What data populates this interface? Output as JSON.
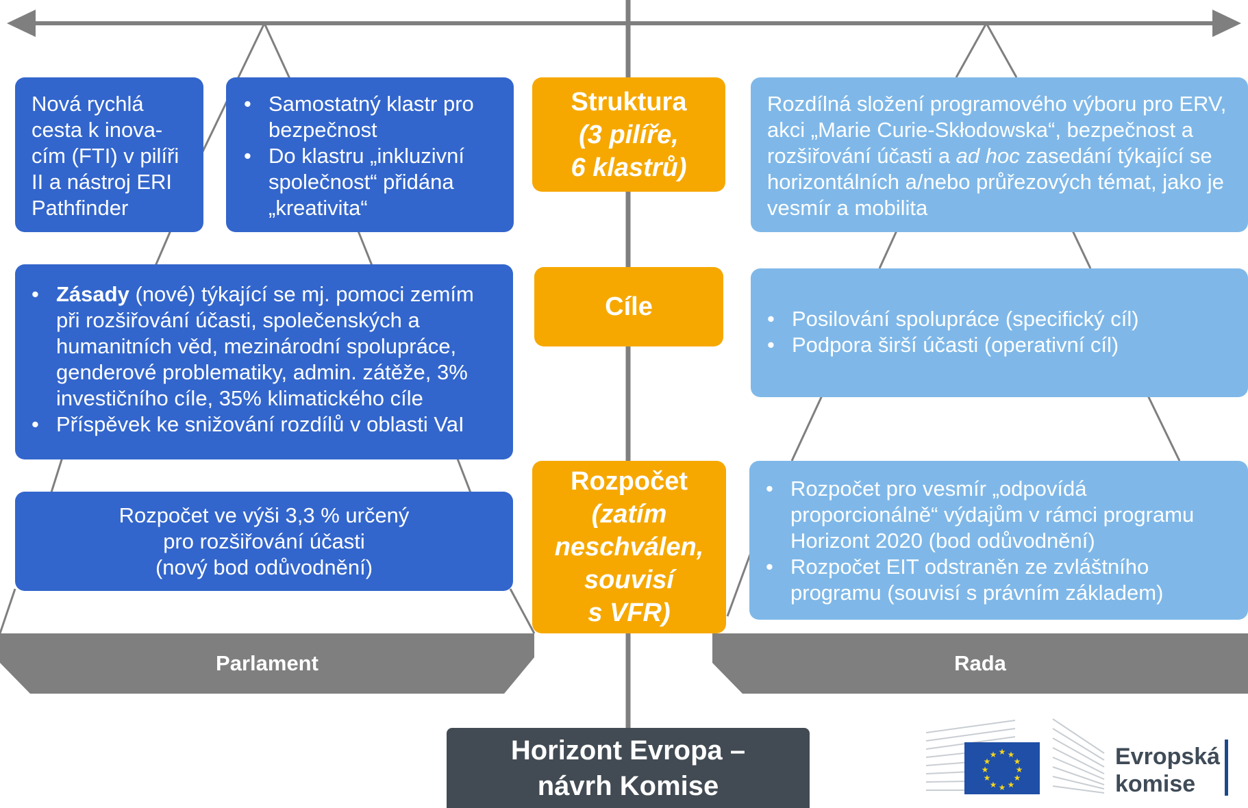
{
  "diagram": {
    "left_boxes": {
      "fast_track": "Nová rychlá cesta k inova-cím (FTI) v pilíři II a nástroj ERI Pathfinder",
      "clusters": [
        "Samostatný klastr pro bezpečnost",
        "Do klastru „inkluzivní společnost“ přidána „kreativita“"
      ],
      "principles_bold": "Zásady",
      "principles_rest": " (nové) týkající se mj. pomoci zemím při rozšiřování účasti, společenských a humanitních věd, mezinárodní spolupráce, genderové problematiky, admin. zátěže, 3% investičního cíle, 35% klimatického cíle",
      "principles_second": "Příspěvek ke snižování rozdílů v oblasti VaI",
      "budget": [
        "Rozpočet ve výši 3,3 % určený",
        "pro rozšiřování účasti",
        "(nový bod odůvodnění)"
      ]
    },
    "center_boxes": {
      "structure_title": "Struktura",
      "structure_sub": [
        "(3 pilíře,",
        "6 klastrů)"
      ],
      "goals_title": "Cíle",
      "budget_title": "Rozpočet",
      "budget_sub": [
        "(zatím",
        "neschválen,",
        "souvisí",
        "s VFR)"
      ]
    },
    "right_boxes": {
      "committee_part1": "Rozdílná složení programového výboru pro ERV, akci „Marie Curie-Skłodowska“, bezpečnost a rozšiřování účasti a ",
      "committee_italic": "ad hoc",
      "committee_part2": " zasedání týkající se horizontálních a/nebo průřezových témat, jako je vesmír a mobilita",
      "goals": [
        "Posilování spolupráce (specifický cíl)",
        "Podpora širší účasti (operativní cíl)"
      ],
      "budget": [
        "Rozpočet pro vesmír „odpovídá proporcionálně“ výdajům v rámci programu Horizont 2020 (bod odůvodnění)",
        "Rozpočet EIT odstraněn ze zvláštního programu (souvisí s právním základem)"
      ]
    },
    "bars": {
      "left": "Parlament",
      "right": "Rada"
    },
    "title": [
      "Horizont Evropa –",
      "návrh Komise"
    ],
    "logo_text": [
      "Evropská",
      "komise"
    ]
  },
  "colors": {
    "dark_blue": "#3366cc",
    "light_blue": "#7fb8e8",
    "orange": "#f6a800",
    "gray": "#7f7f7f",
    "title_dark": "#424b53"
  }
}
